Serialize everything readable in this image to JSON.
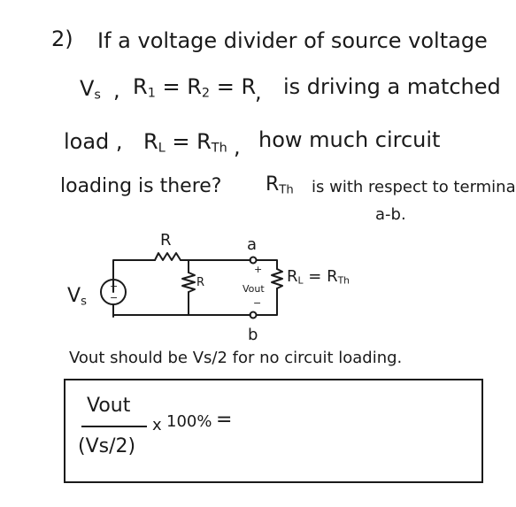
{
  "problem": {
    "number": "2)",
    "line1": "If a voltage divider of source voltage",
    "line2a_var": "V",
    "line2a_sub": "s",
    "line2_r1": "R",
    "line2_r1_sub": "1",
    "line2_eq1": "= R",
    "line2_r2_sub": "2",
    "line2_eq2": "= R",
    "line2b": "is driving a matched",
    "line3_a": "load ,",
    "line3_rl": "R",
    "line3_rl_sub": "L",
    "line3_eq": "= R",
    "line3_rth_sub": "Th",
    "line3_b": "how much circuit",
    "line4_a": "loading is there?",
    "line4_rth": "R",
    "line4_rth_sub": "Th",
    "line4_b": "is with respect to terminals",
    "line5": "a-b."
  },
  "circuit": {
    "r_top_label": "R",
    "r_mid_label": "R",
    "source_label": "V",
    "source_sub": "s",
    "source_plus": "+",
    "source_minus": "−",
    "terminal_a": "a",
    "terminal_b": "b",
    "vout_plus": "+",
    "vout_minus": "−",
    "vout_label": "Vout",
    "rl_label": "R",
    "rl_sub": "L",
    "rl_eq": "= R",
    "rl_rth_sub": "Th"
  },
  "note": {
    "text": "Vout should be Vs/2 for no circuit loading."
  },
  "formula": {
    "numerator": "Vout",
    "times": "x",
    "percent": "100%",
    "equals": "=",
    "denominator": "(Vs/2)"
  },
  "colors": {
    "ink": "#1a1a1a",
    "background": "#ffffff"
  }
}
